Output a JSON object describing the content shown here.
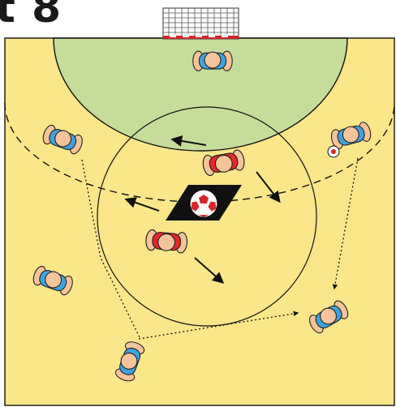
{
  "header": {
    "title_fragment": "t 8"
  },
  "court": {
    "colors": {
      "floor": "#fbe78a",
      "goal_area": "#c6dc9b",
      "lines": "#111111",
      "attack_team": "#3ea3dc",
      "defense_team": "#e8262b",
      "skin": "#f6c49a",
      "ball_red": "#d6262b"
    }
  },
  "players": {
    "attack": [
      "goalkeeper",
      "left-wing",
      "right-wing-with-ball",
      "left-back",
      "right-back",
      "center-back"
    ],
    "defense": [
      "defender-top",
      "defender-bottom"
    ]
  },
  "markers": [
    "ball-mat",
    "ball-in-hand"
  ]
}
